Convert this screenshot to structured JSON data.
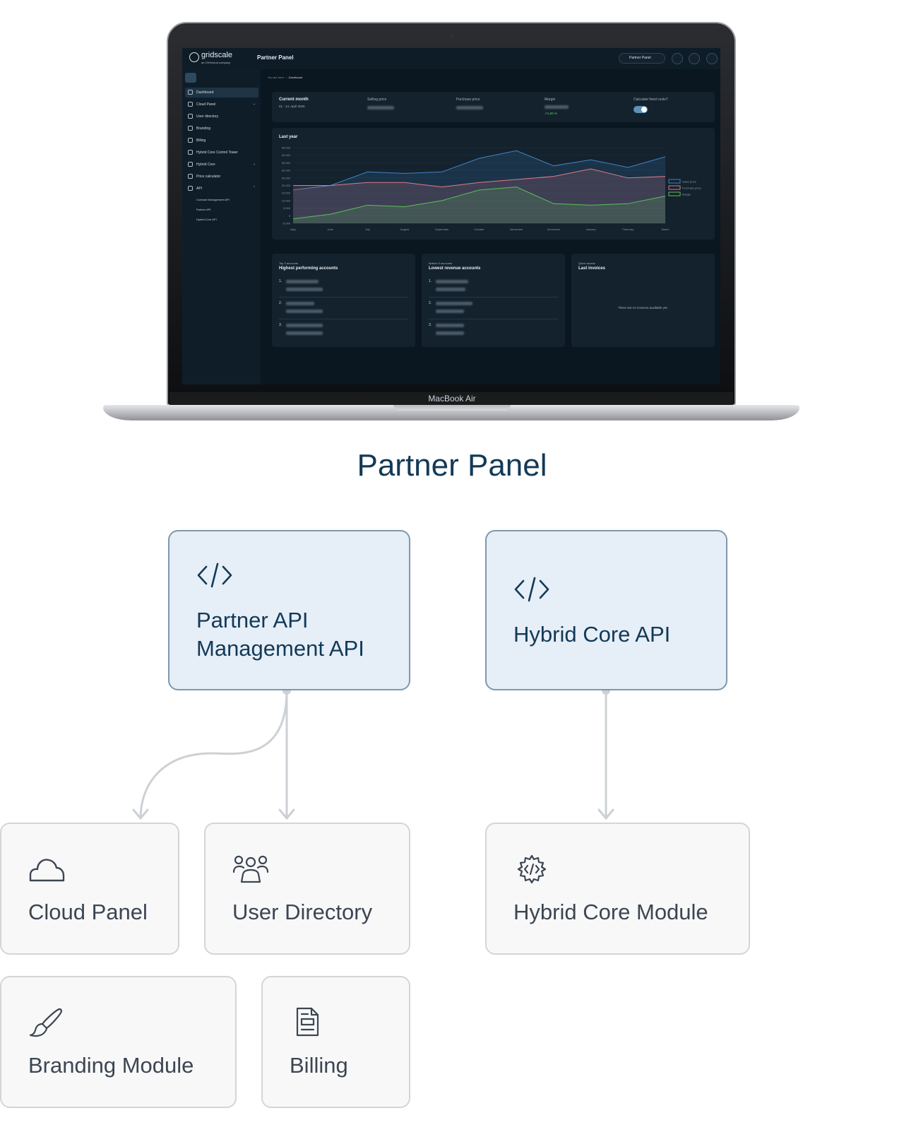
{
  "device_label": "MacBook Air",
  "screen": {
    "logo_text": "gridscale",
    "logo_sub": "an OVHcloud company",
    "header_title": "Partner Panel",
    "header_dropdown": "Partner Panel",
    "breadcrumb_prefix": "You are here:",
    "breadcrumb_current": "Dashboard",
    "nav": [
      {
        "label": "Dashboard"
      },
      {
        "label": "Cloud Panel"
      },
      {
        "label": "User directory"
      },
      {
        "label": "Branding"
      },
      {
        "label": "Billing"
      },
      {
        "label": "Hybrid Core Control Tower"
      },
      {
        "label": "Hybrid Core"
      },
      {
        "label": "Price calculator"
      },
      {
        "label": "API"
      }
    ],
    "nav_sub": [
      "Contract Management API",
      "Partner API",
      "Hybrid Core API"
    ],
    "stats": {
      "current_month": "Current month",
      "period": "01 - 14. April 2025",
      "selling_price": "Selling price",
      "purchase_price": "Purchase price",
      "margin": "Margin",
      "margin_change": "↗1,50 %",
      "fixed_costs": "Calculate fixed costs?"
    },
    "cards": [
      {
        "subtitle": "Top 3 accounts",
        "title": "Highest performing accounts"
      },
      {
        "subtitle": "Bottom 3 accounts",
        "title": "Lowest revenue accounts"
      },
      {
        "subtitle": "Quick access",
        "title": "Last invoices",
        "empty": "There are no invoices available yet."
      }
    ],
    "row_numbers": [
      "1.",
      "2.",
      "3."
    ]
  },
  "chart_data": {
    "type": "area",
    "title": "Last year",
    "categories": [
      "May",
      "June",
      "July",
      "August",
      "September",
      "October",
      "November",
      "December",
      "January",
      "February",
      "March"
    ],
    "ylim": [
      -5000,
      45000
    ],
    "yticks": [
      "45.000",
      "40.000",
      "35.000",
      "30.000",
      "25.000",
      "20.000",
      "15.000",
      "10.000",
      "5.000",
      "0",
      "-5.000"
    ],
    "legend_position": "right",
    "series": [
      {
        "name": "Sales price",
        "color": "#3f84c4",
        "values": [
          17000,
          20000,
          29000,
          28000,
          29000,
          38000,
          43000,
          33000,
          37000,
          32000,
          39000
        ]
      },
      {
        "name": "Purchase price",
        "color": "#e07a86",
        "values": [
          20000,
          20000,
          22000,
          22000,
          19000,
          22000,
          24000,
          26000,
          31000,
          25000,
          26000
        ]
      },
      {
        "name": "Margin",
        "color": "#5cc05c",
        "values": [
          -2000,
          1000,
          7000,
          6000,
          10000,
          17000,
          19000,
          8000,
          7000,
          8000,
          13000
        ]
      }
    ]
  },
  "diagram": {
    "title": "Partner Panel",
    "apis": [
      {
        "lines": [
          "Partner API",
          "Management API"
        ],
        "icon": "code-icon"
      },
      {
        "lines": [
          "Hybrid Core API"
        ],
        "icon": "code-icon"
      }
    ],
    "modules": [
      {
        "label": "Cloud Panel",
        "icon": "cloud-icon"
      },
      {
        "label": "User Directory",
        "icon": "users-icon"
      },
      {
        "label": "Hybrid Core Module",
        "icon": "gear-code-icon"
      },
      {
        "label": "Branding Module",
        "icon": "brush-icon"
      },
      {
        "label": "Billing",
        "icon": "document-icon"
      }
    ],
    "colors": {
      "title": "#123a57",
      "api_fill": "#e6eef7",
      "api_border": "#7f98ad",
      "module_fill": "#f8f8f9",
      "module_border": "#d3d5d8",
      "connector": "#cdd0d4"
    }
  }
}
